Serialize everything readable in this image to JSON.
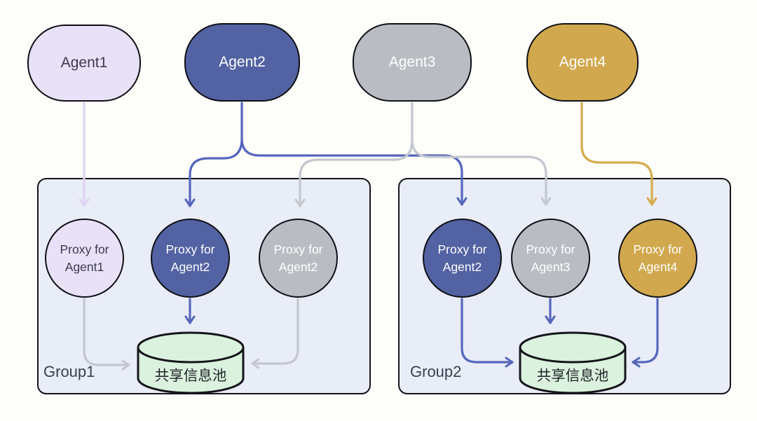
{
  "diagram": {
    "agents": [
      {
        "id": "agent1",
        "label": "Agent1",
        "fill": "#e9e1f8",
        "text_color": "#3b3b4b",
        "arrow_color": "#dfd3f4"
      },
      {
        "id": "agent2",
        "label": "Agent2",
        "fill": "#5262a2",
        "text_color": "#ffffff",
        "arrow_color": "#5566bd"
      },
      {
        "id": "agent3",
        "label": "Agent3",
        "fill": "#b9bdc3",
        "text_color": "#ffffff",
        "arrow_color": "#c3c7ce"
      },
      {
        "id": "agent4",
        "label": "Agent4",
        "fill": "#d1a84d",
        "text_color": "#ffffff",
        "arrow_color": "#d5ac4d"
      }
    ],
    "groups": [
      {
        "label": "Group1",
        "pool_label": "共享信息池",
        "proxies": [
          {
            "label": "Proxy for Agent1",
            "fill": "#e9e1f8",
            "text_color": "#3b3b4b"
          },
          {
            "label": "Proxy for Agent2",
            "fill": "#5262a2",
            "text_color": "#ffffff"
          },
          {
            "label": "Proxy for Agent2",
            "fill": "#b9bdc3",
            "text_color": "#ffffff"
          }
        ]
      },
      {
        "label": "Group2",
        "pool_label": "共享信息池",
        "proxies": [
          {
            "label": "Proxy for Agent2",
            "fill": "#5262a2",
            "text_color": "#ffffff"
          },
          {
            "label": "Proxy for Agent3",
            "fill": "#b9bdc3",
            "text_color": "#ffffff"
          },
          {
            "label": "Proxy for Agent4",
            "fill": "#d1a84d",
            "text_color": "#ffffff"
          }
        ]
      }
    ],
    "edges": [
      {
        "from": "Agent1",
        "to": "Group1 / Proxy for Agent1",
        "color": "#dfd3f4"
      },
      {
        "from": "Agent2",
        "to": "Group1 / Proxy for Agent2",
        "color": "#5566bd"
      },
      {
        "from": "Agent2",
        "to": "Group2 / Proxy for Agent2",
        "color": "#5566bd"
      },
      {
        "from": "Agent3",
        "to": "Group1 / Proxy for Agent2 (gray)",
        "color": "#c3c7ce"
      },
      {
        "from": "Agent3",
        "to": "Group2 / Proxy for Agent3",
        "color": "#c3c7ce"
      },
      {
        "from": "Agent4",
        "to": "Group2 / Proxy for Agent4",
        "color": "#d5ac4d"
      },
      {
        "from": "Group1 / Proxy for Agent1",
        "to": "Group1 / 共享信息池",
        "color": "#c3c7ce"
      },
      {
        "from": "Group1 / Proxy for Agent2",
        "to": "Group1 / 共享信息池",
        "color": "#5566bd"
      },
      {
        "from": "Group1 / Proxy for Agent2 (gray)",
        "to": "Group1 / 共享信息池",
        "color": "#c3c7ce"
      },
      {
        "from": "Group2 / Proxy for Agent2",
        "to": "Group2 / 共享信息池",
        "color": "#5566bd"
      },
      {
        "from": "Group2 / Proxy for Agent3",
        "to": "Group2 / 共享信息池",
        "color": "#5566bd"
      },
      {
        "from": "Group2 / Proxy for Agent4",
        "to": "Group2 / 共享信息池",
        "color": "#5566bd"
      }
    ],
    "colors": {
      "canvas_bg": "#fdfdf9",
      "group_box_fill": "#e9edf8",
      "group_box_border": "#15151a",
      "node_border": "#101015",
      "pool_fill": "#dbf2de",
      "pool_border": "#15151a",
      "arrow_blue": "#5566bd",
      "arrow_gray": "#c3c7ce",
      "arrow_gold": "#d5ac4d",
      "arrow_lavender": "#dfd3f4",
      "group_label_color": "#3a3f4e"
    }
  }
}
